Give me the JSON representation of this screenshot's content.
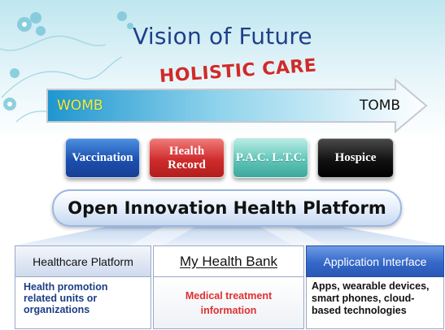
{
  "title": "Vision of Future",
  "lifespan": {
    "theme": "HOLISTIC CARE",
    "start": "WOMB",
    "end": "TOMB"
  },
  "stages": {
    "vaccination": "Vaccination",
    "health_record": "Health Record",
    "pac_ltc": "P.A.C. L.T.C.",
    "hospice": "Hospice"
  },
  "platform": "Open Innovation Health Platform",
  "pillars": {
    "healthcare_platform": {
      "heading": "Healthcare Platform",
      "description": "Health promotion related units or organizations"
    },
    "my_health_bank": {
      "heading": "My Health Bank",
      "description": "Medical treatment information"
    },
    "application_interface": {
      "heading": "Application Interface",
      "description": "Apps, wearable devices, smart phones, cloud-based technologies"
    }
  },
  "colors": {
    "title": "#1f3f8a",
    "holistic": "#d12a2a",
    "womb": "#f2ee36",
    "vaccination": "#1c4fae",
    "health_record": "#cf2c2c",
    "pac_ltc": "#61c5b9",
    "hospice": "#121212",
    "application_interface": "#3568c9",
    "medical_text": "#e03030",
    "healthcare_text": "#1c3d85"
  }
}
